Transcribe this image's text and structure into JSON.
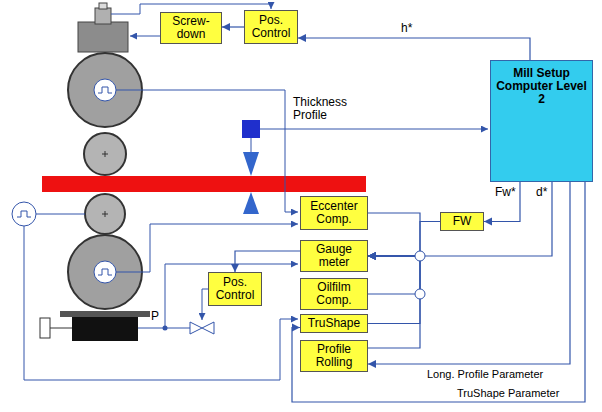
{
  "diagram": {
    "nodes": [
      {
        "text": [
          "Screw-down"
        ]
      },
      {
        "text": [
          "Pos. Control"
        ]
      },
      {
        "text": [
          "Mill Setup Computer Level 2"
        ]
      },
      {
        "text": [
          "Eccenter Comp."
        ]
      },
      {
        "text": [
          "FW"
        ]
      },
      {
        "text": [
          "Gauge meter"
        ]
      },
      {
        "text": [
          "Pos. Control"
        ]
      },
      {
        "text": [
          "Oilfilm Comp."
        ]
      },
      {
        "text": [
          "TruShape"
        ]
      },
      {
        "text": [
          "Profile Rolling"
        ]
      }
    ],
    "edges": [
      {
        "from": 1,
        "to": 0,
        "arrow": "to"
      },
      {
        "from": 2,
        "to": 1,
        "arrow": "to"
      },
      {
        "from": 2,
        "to": 4,
        "arrow": "to"
      },
      {
        "from": 2,
        "to": 5,
        "arrow": "to"
      },
      {
        "from": 3,
        "to": 5,
        "arrow": "to"
      },
      {
        "from": 4,
        "to": 5,
        "arrow": "to"
      },
      {
        "from": 5,
        "to": 6,
        "arrow": "to"
      },
      {
        "from": 7,
        "to": 5,
        "arrow": "to"
      },
      {
        "from": 8,
        "to": 5,
        "arrow": "to"
      },
      {
        "from": 9,
        "to": 5,
        "arrow": "to"
      },
      {
        "from": 2,
        "to": 9,
        "arrow": "to"
      },
      {
        "from": 2,
        "to": 8,
        "arrow": "to"
      }
    ],
    "labels": [
      "h*",
      "Thickness Profile",
      "Fw*",
      "d*",
      "P",
      "Long. Profile Parameter",
      "TruShape Parameter"
    ]
  }
}
